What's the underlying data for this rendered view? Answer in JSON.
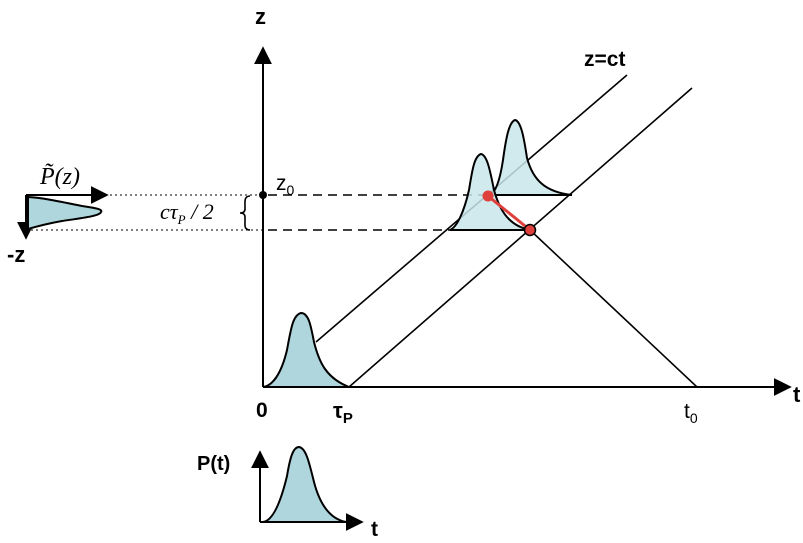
{
  "labels": {
    "z_axis": "z",
    "t_axis": "t",
    "light_line": "z=ct",
    "z0_base": "z",
    "z0_sub": "0",
    "origin": "0",
    "tau_base": "τ",
    "tau_sub": "P",
    "t0_base": "t",
    "t0_sub": "0",
    "neg_z": "-z",
    "p_tilde": "P̃(z)",
    "ctau_half": "cτ",
    "ctau_sub": "P",
    "ctau_rest": " / 2",
    "pt_label": "P(t)",
    "pt_axis": "t"
  },
  "colors": {
    "pulse_fill": "#aed6dc",
    "highlight": "#e0403c"
  }
}
